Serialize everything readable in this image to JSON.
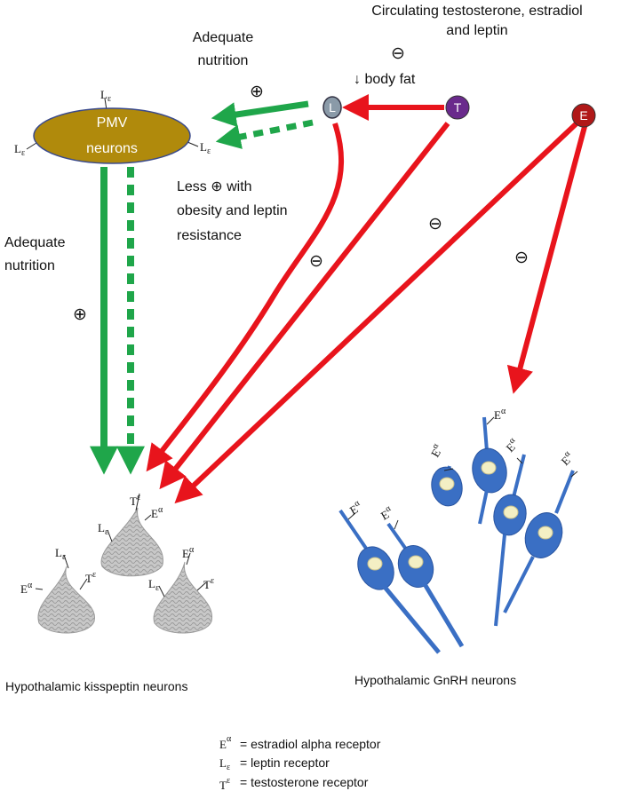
{
  "top_title": {
    "line1": "Circulating testosterone, estradiol",
    "line2": "and leptin"
  },
  "body_fat_label": "↓ body fat",
  "adequate_nutrition_top": {
    "line1": "Adequate",
    "line2": "nutrition"
  },
  "adequate_nutrition_left": {
    "line1": "Adequate",
    "line2": "nutrition"
  },
  "less_note": {
    "line1": "Less ⊕ with",
    "line2": "obesity and leptin",
    "line3": "resistance"
  },
  "pmv": {
    "line1": "PMV",
    "line2": "neurons",
    "color": "#b08a0c"
  },
  "hormones": {
    "leptin": {
      "label": "L",
      "color": "#8a9aa8"
    },
    "testosterone": {
      "label": "T",
      "color": "#6a2a8c"
    },
    "estradiol": {
      "label": "E",
      "color": "#b01818"
    }
  },
  "symbols": {
    "plus": "⊕",
    "minus": "⊖"
  },
  "receptors": {
    "e": "E",
    "e_sup": "α",
    "l": "L",
    "l_sub": "ε",
    "t": "T",
    "t_sup": "ε"
  },
  "captions": {
    "kisspeptin": "Hypothalamic kisspeptin neurons",
    "gnrh": "Hypothalamic GnRH neurons"
  },
  "legend": [
    {
      "symbol": "E",
      "mark": "α",
      "text": "= estradiol alpha receptor"
    },
    {
      "symbol": "L",
      "mark": "ε",
      "text": "= leptin receptor"
    },
    {
      "symbol": "T",
      "mark": "ε",
      "text": "= testosterone receptor"
    }
  ],
  "colors": {
    "stimulatory": "#1fa64a",
    "inhibitory": "#e8141c",
    "gnrh_cell": "#3a6fc4",
    "kiss_cell": "#c8c8c8"
  }
}
